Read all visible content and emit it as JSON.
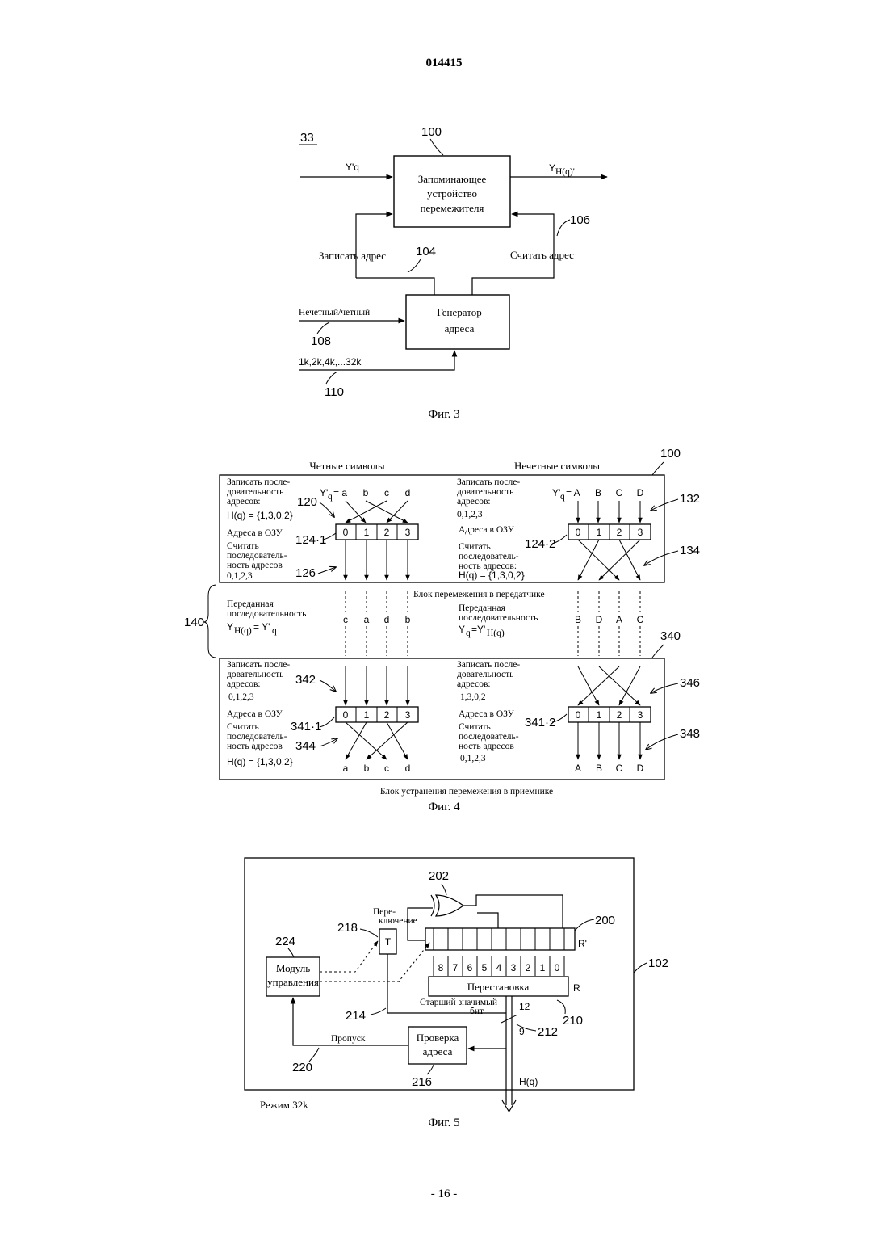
{
  "page": {
    "doc_number": "014415",
    "page_number": "- 16 -"
  },
  "fig3": {
    "ref_33": "33",
    "ref_100": "100",
    "ref_104": "104",
    "ref_106": "106",
    "ref_108": "108",
    "ref_110": "110",
    "input_label": "Y'q",
    "output_label": "Y",
    "output_sub": "H(q)'",
    "memory_line1": "Запоминающее",
    "memory_line2": "устройство",
    "memory_line3": "перемежителя",
    "write_addr": "Записать адрес",
    "read_addr": "Считать адрес",
    "generator_line1": "Генератор",
    "generator_line2": "адреса",
    "odd_even": "Нечетный/четный",
    "modes": "1k,2k,4k,...32k",
    "caption": "Фиг. 3"
  },
  "fig4": {
    "ref_100": "100",
    "ref_340": "340",
    "ref_140": "140",
    "even_symbols": "Четные символы",
    "odd_symbols": "Нечетные символы",
    "write_seq_l1": "Записать после-",
    "write_seq_l2": "довательность",
    "write_seq_l3": "адресов:",
    "h_q": "H(q) = {1,3,0,2}",
    "seq_0123": "0,1,2,3",
    "seq_1302": "1,3,0,2",
    "ram_addr": "Адреса в ОЗУ",
    "read_seq_l1": "Считать",
    "read_seq_l2": "последователь-",
    "read_seq_l3": "ность адресов",
    "read_seq_alt_l3": "ность адресов:",
    "tx_block": "Блок перемежения в передатчике",
    "rx_block": "Блок устранения перемежения в приемнике",
    "transmitted_l1": "Переданная",
    "transmitted_l2": "последовательность",
    "even_tx_eq_a": "Y",
    "even_tx_eq_a_sub": "H(q)",
    "even_tx_eq_b": "= Y'",
    "even_tx_eq_b_sub": "q",
    "odd_tx_eq_a": "Y",
    "odd_tx_eq_a_sub": "q",
    "odd_tx_eq_b": "=Y'",
    "odd_tx_eq_b_sub": "H(q)",
    "yq_a": "Y'",
    "yq_sub": "q",
    "yq_eq": "= a",
    "yq_eq_upper": "= A",
    "even_symbols_list": [
      "a",
      "b",
      "c",
      "d"
    ],
    "odd_symbols_list": [
      "A",
      "B",
      "C",
      "D"
    ],
    "transmitted_even": [
      "c",
      "a",
      "d",
      "b"
    ],
    "transmitted_odd": [
      "B",
      "D",
      "A",
      "C"
    ],
    "cells": [
      "0",
      "1",
      "2",
      "3"
    ],
    "ref_120": "120",
    "ref_124_1": "124·1",
    "ref_126": "126",
    "ref_124_2": "124·2",
    "ref_132": "132",
    "ref_134": "134",
    "ref_341_1": "341·1",
    "ref_342": "342",
    "ref_344": "344",
    "ref_341_2": "341·2",
    "ref_346": "346",
    "ref_348": "348",
    "caption": "Фиг. 4"
  },
  "fig5": {
    "ref_202": "202",
    "ref_200": "200",
    "ref_218": "218",
    "ref_224": "224",
    "ref_102": "102",
    "ref_214": "214",
    "ref_212": "212",
    "ref_210": "210",
    "ref_220": "220",
    "ref_216": "216",
    "switch_l1": "Пере-",
    "switch_l2": "ключение",
    "t_label": "T",
    "control_l1": "Модуль",
    "control_l2": "управления",
    "r_prime": "R'",
    "r_label": "R",
    "bit_indices": [
      "8",
      "7",
      "6",
      "5",
      "4",
      "3",
      "2",
      "1",
      "0"
    ],
    "permutation": "Перестановка",
    "msb_l1": "Старший значимый",
    "msb_l2": "бит",
    "num_12": "12",
    "num_9": "9",
    "check_l1": "Проверка",
    "check_l2": "адреса",
    "skip": "Пропуск",
    "hq": "H(q)",
    "mode": "Режим 32k",
    "caption": "Фиг. 5"
  }
}
